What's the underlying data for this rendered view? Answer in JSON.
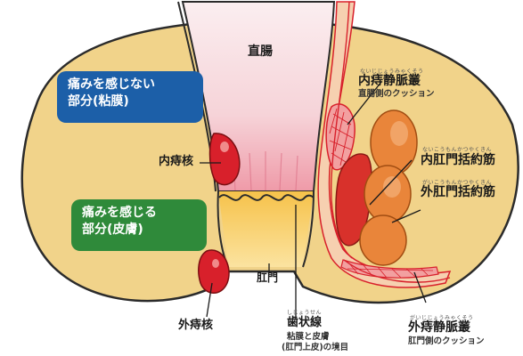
{
  "colors": {
    "skin": "#f1d38a",
    "rectum_lining": "#f7dfe0",
    "mucosa_pink": "#f4a6b4",
    "hemorrhoid_red": "#d8202b",
    "muscle_orange": "#e9853a",
    "callout_blue": "#1c5fa8",
    "callout_green": "#2f8a3a",
    "outline": "#2b2b2b"
  },
  "labels": {
    "rectum": "直腸",
    "anus": "肛門",
    "internal_hemorrhoid": "内痔核",
    "external_hemorrhoid": "外痔核",
    "dentate_line": "歯状線",
    "dentate_line_ruby": "しじょうせん",
    "dentate_line_desc_1": "粘膜と皮膚",
    "dentate_line_desc_2": "(肛門上皮)の境目",
    "internal_plexus": "内痔静脈叢",
    "internal_plexus_ruby": "ないじじょうみゃくそう",
    "internal_plexus_desc": "直腸側のクッション",
    "internal_sphincter": "内肛門括約筋",
    "internal_sphincter_ruby": "ないこうもんかつやくきん",
    "external_sphincter": "外肛門括約筋",
    "external_sphincter_ruby": "がいこうもんかつやくきん",
    "external_plexus": "外痔静脈叢",
    "external_plexus_ruby": "がいじじょうみゃくそう",
    "external_plexus_desc": "肛門側のクッション"
  },
  "callouts": {
    "no_pain_line1": "痛みを感じない",
    "no_pain_line2": "部分(粘膜)",
    "pain_line1": "痛みを感じる",
    "pain_line2": "部分(皮膚)"
  }
}
